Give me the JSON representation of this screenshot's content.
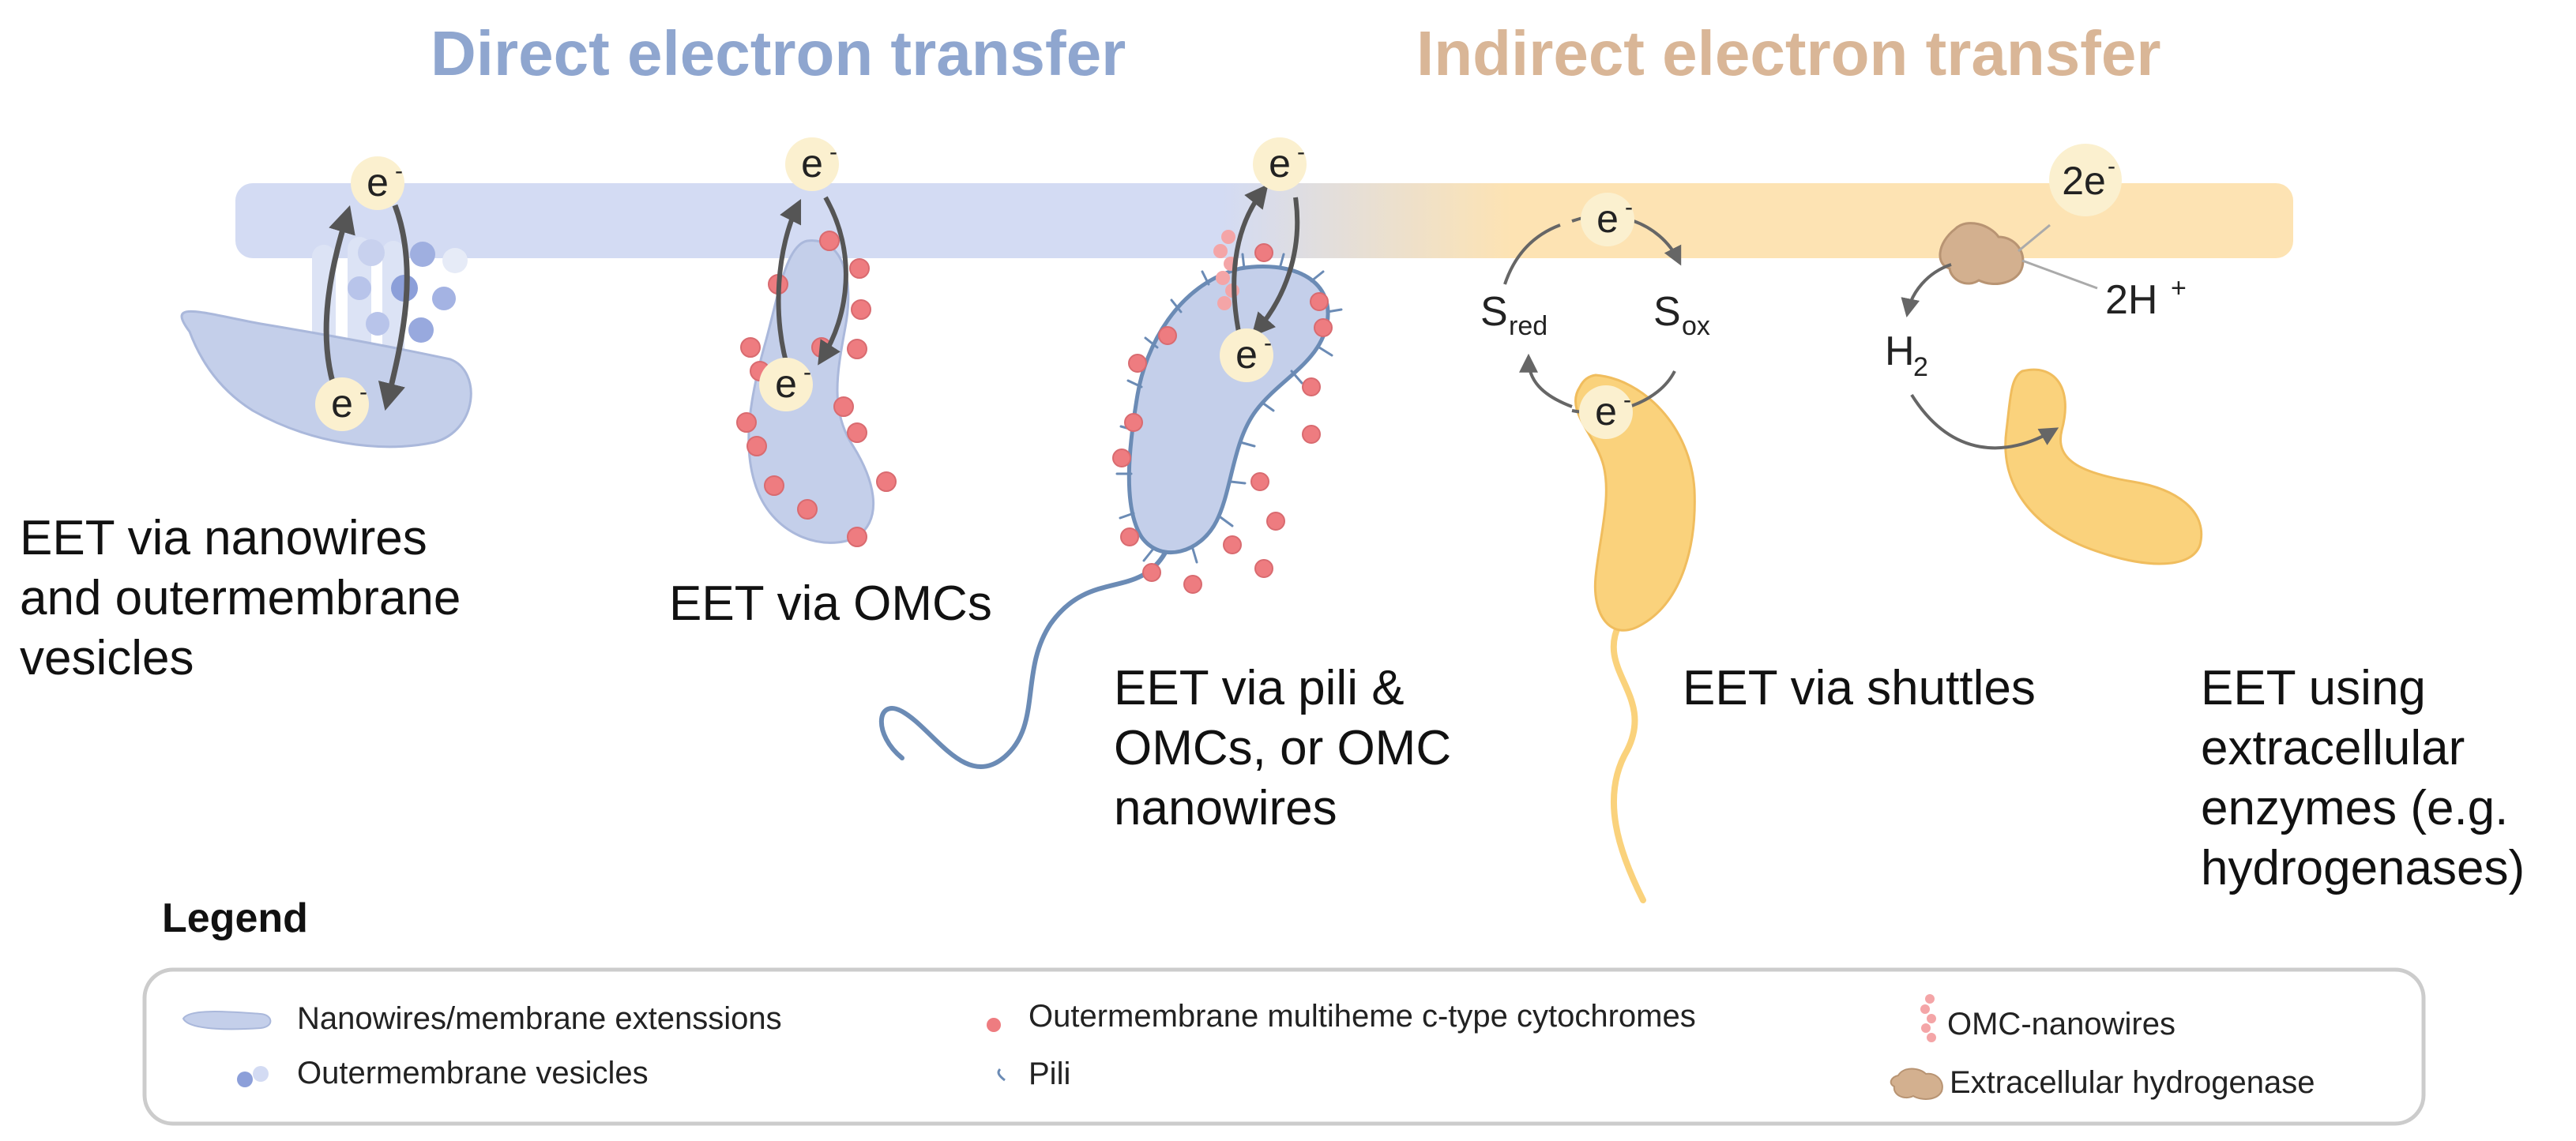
{
  "headers": {
    "direct": "Direct electron transfer",
    "indirect": "Indirect electron transfer"
  },
  "electron": {
    "symbol": "e",
    "charge": "-"
  },
  "two_electron": {
    "prefix": "2e",
    "charge": "-"
  },
  "shuttle": {
    "reduced": {
      "base": "S",
      "sub": "red"
    },
    "oxidized": {
      "base": "S",
      "sub": "ox"
    }
  },
  "hydrogen": {
    "h2": {
      "base": "H",
      "sub": "2"
    },
    "protons": {
      "base": "2H",
      "sup": "+"
    }
  },
  "captions": {
    "nanowires": [
      "EET via nanowires",
      "and outermembrane",
      "vesicles"
    ],
    "omcs": [
      "EET via OMCs"
    ],
    "pili": [
      "EET via pili &",
      "OMCs, or OMC",
      "nanowires"
    ],
    "shuttles": [
      "EET via shuttles"
    ],
    "enzymes": [
      "EET using",
      "extracellular",
      "enzymes (e.g.",
      "hydrogenases)"
    ]
  },
  "legend": {
    "title": "Legend",
    "items": [
      {
        "label": "Nanowires/membrane extenssions",
        "icon": "nanowire-icon"
      },
      {
        "label": "Outermembrane vesicles",
        "icon": "vesicle-icon"
      },
      {
        "label": "Outermembrane multiheme c-type cytochromes",
        "icon": "cytochrome-icon"
      },
      {
        "label": "Pili",
        "icon": "pili-icon"
      },
      {
        "label": "OMC-nanowires",
        "icon": "omc-nanowire-icon"
      },
      {
        "label": "Extracellular hydrogenase",
        "icon": "hydrogenase-icon"
      }
    ]
  },
  "colors": {
    "direct_blue": "#8fa6cf",
    "indirect_tan": "#d9b697",
    "cell_blue": "#c4cfea",
    "cell_orange": "#fad27c",
    "cytochrome_red": "#ee7c80",
    "flagellum_blue": "#6b8bb5",
    "electron_badge": "#fbf0cf"
  }
}
